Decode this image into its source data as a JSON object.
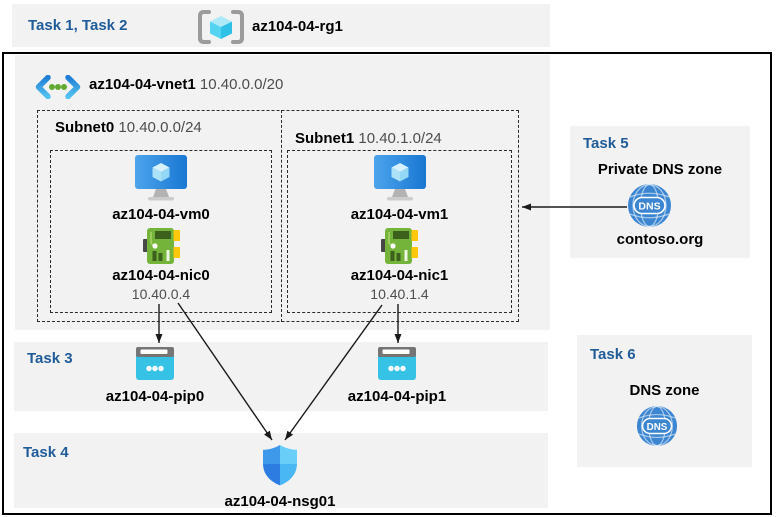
{
  "colors": {
    "heading_blue": "#1f5c99",
    "panel_bg": "#f2f2f2",
    "muted_text": "#4d4d4d",
    "arrow": "#1a1a1a",
    "vm_blue": "#1e81dd",
    "nic_green": "#74b43a",
    "pip_cyan": "#35c2e4",
    "dns_blue": "#3b85d1"
  },
  "header": {
    "tasks_label": "Task 1, Task 2",
    "resource_group_name": "az104-04-rg1"
  },
  "vnet": {
    "name": "az104-04-vnet1",
    "cidr": "10.40.0.0/20"
  },
  "subnets": [
    {
      "name": "Subnet0",
      "cidr": "10.40.0.0/24",
      "vm_name": "az104-04-vm0",
      "nic_name": "az104-04-nic0",
      "nic_ip": "10.40.0.4"
    },
    {
      "name": "Subnet1",
      "cidr": "10.40.1.0/24",
      "vm_name": "az104-04-vm1",
      "nic_name": "az104-04-nic1",
      "nic_ip": "10.40.1.4"
    }
  ],
  "task3": {
    "label": "Task 3",
    "pip0_name": "az104-04-pip0",
    "pip1_name": "az104-04-pip1"
  },
  "task4": {
    "label": "Task 4",
    "nsg_name": "az104-04-nsg01"
  },
  "task5": {
    "label": "Task 5",
    "title": "Private DNS zone",
    "zone_name": "contoso.org",
    "dns_badge": "DNS"
  },
  "task6": {
    "label": "Task 6",
    "title": "DNS zone",
    "dns_badge": "DNS"
  }
}
